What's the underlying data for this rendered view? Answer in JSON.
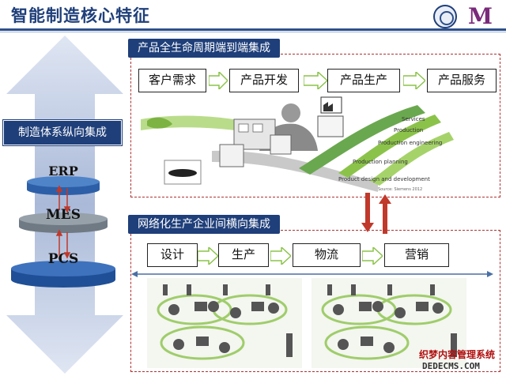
{
  "title": "智能制造核心特征",
  "vertical": {
    "label": "制造体系纵向集成",
    "layers": [
      "ERP",
      "MES",
      "PCS"
    ]
  },
  "top_section": {
    "header": "产品全生命周期端到端集成",
    "steps": [
      "客户需求",
      "产品开发",
      "产品生产",
      "产品服务"
    ],
    "illustration_stages": [
      "Services",
      "Production",
      "Production engineering",
      "Production planning",
      "Product design and development"
    ],
    "illustration_credit": "Source: Siemens 2012"
  },
  "bottom_section": {
    "header": "网络化生产企业间横向集成",
    "steps": [
      "设计",
      "生产",
      "物流",
      "营销"
    ]
  },
  "watermark": {
    "cn": "织梦内容管理系统",
    "en": "DEDECMS.COM"
  },
  "colors": {
    "header_blue": "#1f3f7a",
    "dashed_red": "#b03030",
    "chevron_green": "#8bc34a",
    "connector_red": "#c0392b"
  }
}
